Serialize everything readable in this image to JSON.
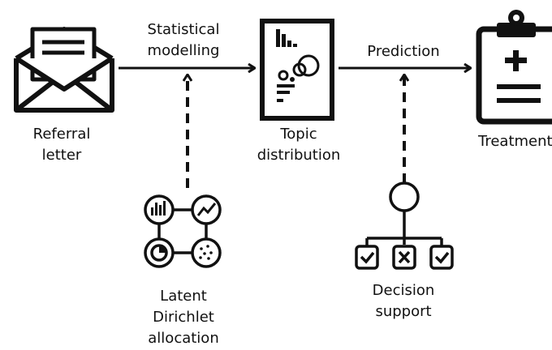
{
  "nodes": {
    "referral": {
      "label_line1": "Referral",
      "label_line2": "letter"
    },
    "topic": {
      "label_line1": "Topic",
      "label_line2": "distribution"
    },
    "treatment": {
      "label": "Treatment"
    },
    "lda": {
      "label_line1": "Latent",
      "label_line2": "Dirichlet",
      "label_line3": "allocation"
    },
    "decision": {
      "label_line1": "Decision",
      "label_line2": "support"
    }
  },
  "edges": {
    "statistical": {
      "label_line1": "Statistical",
      "label_line2": "modelling"
    },
    "prediction": {
      "label": "Prediction"
    }
  },
  "colors": {
    "stroke": "#111111",
    "background": "#ffffff"
  }
}
